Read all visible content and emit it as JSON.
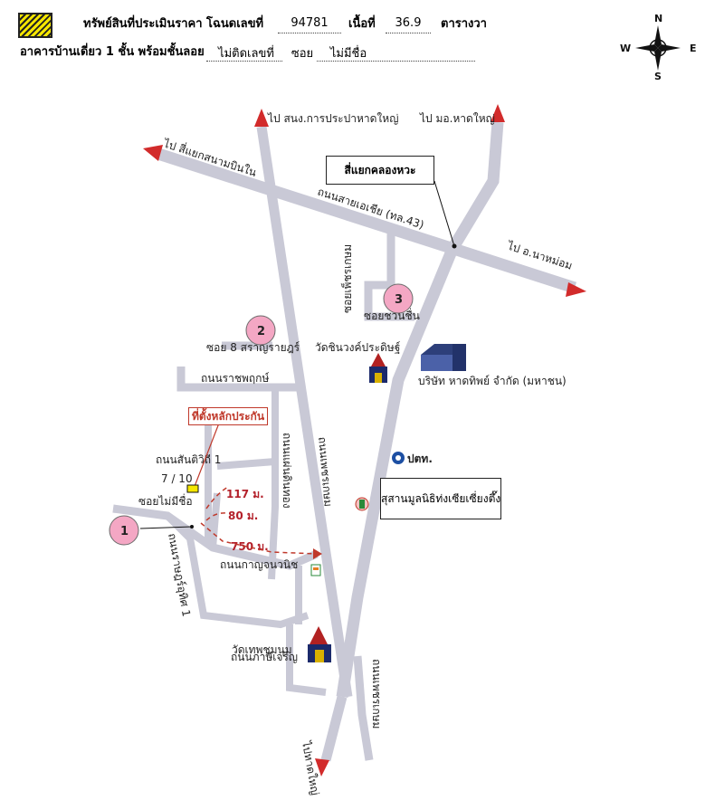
{
  "header": {
    "title_label": "ทรัพย์สินที่ประเมินราคา โฉนดเลขที่",
    "deed_no": "94781",
    "area_label": "เนื้อที่",
    "area_value": "36.9",
    "area_unit": "ตารางวา",
    "building_label": "อาคารบ้านเดี่ยว 1 ชั้น พร้อมชั้นลอย",
    "house_no": "ไม่ติดเลขที่",
    "soi_label": "ซอย",
    "soi_value": "ไม่มีชื่อ"
  },
  "compass": {
    "n": "N",
    "s": "S",
    "e": "E",
    "w": "W"
  },
  "map": {
    "arrow_top_left_road": "ไป สนง.การประปาหาดใหญ่",
    "arrow_top_right_road": "ไป มอ.หาดใหญ่",
    "arrow_left": "ไป สี่แยกสนามบินใน",
    "arrow_right": "ไป อ.นาหม่อม",
    "arrow_bottom": "ไปหาดใหญ่",
    "road_asia": "ถนนสายเอเชีย (ทล.43)",
    "box_intersection": "สี่แยกคลองหวะ",
    "soi_phet_kasem": "ซอยเพ็ชรเกษม",
    "soi_chuan_chuen": "ซอยชวนชื่น",
    "soi8": "ซอย 8 สราญรายฎร์",
    "road_ratchaphruek": "ถนนราชพฤกษ์",
    "wat_chinawong": "วัดชินวงค์ประดิษฐ์",
    "company": "บริษัท หาดทิพย์ จำกัด (มหาชน)",
    "box_property": "ที่ตั้งหลักประกัน",
    "road_santiwi": "ถนนสันติวิถี 1",
    "house_no_map": "7 / 10",
    "soi_no_name": "ซอยไม่มีชื่อ",
    "dist_117": "117 ม.",
    "dist_80": "80 ม.",
    "dist_750": "750 ม.",
    "road_kanjanawanit": "ถนนกาญจนวนิช",
    "road_phet_kasem": "ถนนเพชรเกษม",
    "road_phaen_din_thong": "ถนนแผ่นดินทอง",
    "road_ratuthit": "ถนนราษฎร์อุทิศ 1",
    "road_phasi_charoen": "ถนนภาษีเจริญ",
    "ptt": "ปตท.",
    "box_foundation": "สุสานมูลนิธิท่งเซียเซี่ยงตึ๊ง",
    "wat_phutthangnom": "วัดเทพชุมนุม",
    "road_phet_kasem_2": "ถนนเพชรเกษม",
    "marker_1": "1",
    "marker_2": "2",
    "marker_3": "3"
  },
  "colors": {
    "road": "#c9c9d6",
    "road_edge": "#9a9aab",
    "arrow": "#d22b2b",
    "marker_fill": "#f4a7c4",
    "red_text": "#b3202a",
    "swatch_yellow": "#f5e600"
  }
}
